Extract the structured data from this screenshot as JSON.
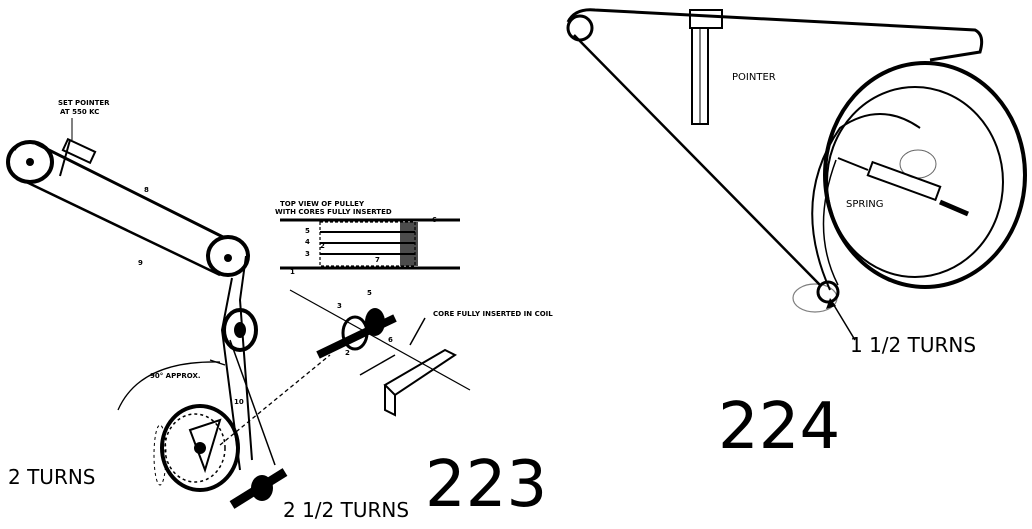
{
  "figure_223": {
    "number": "223",
    "set_pointer_note": [
      "SET POINTER",
      "AT 550 KC"
    ],
    "top_view_title": [
      "TOP VIEW OF PULLEY",
      "WITH CORES FULLY INSERTED"
    ],
    "core_note": "CORE FULLY INSERTED IN COIL",
    "angle_note": "90° APPROX.",
    "turns_left": "2 TURNS",
    "turns_right": "2 1/2 TURNS",
    "callouts": [
      "8",
      "9",
      "6",
      "5",
      "4",
      "3",
      "2",
      "7",
      "1",
      "10",
      "3",
      "5",
      "6",
      "2"
    ]
  },
  "figure_224": {
    "number": "224",
    "pointer_label": "POINTER",
    "spring_label": "SPRING",
    "turns": "1 1/2 TURNS"
  },
  "colors": {
    "ink": "#000000",
    "paper": "#ffffff"
  }
}
